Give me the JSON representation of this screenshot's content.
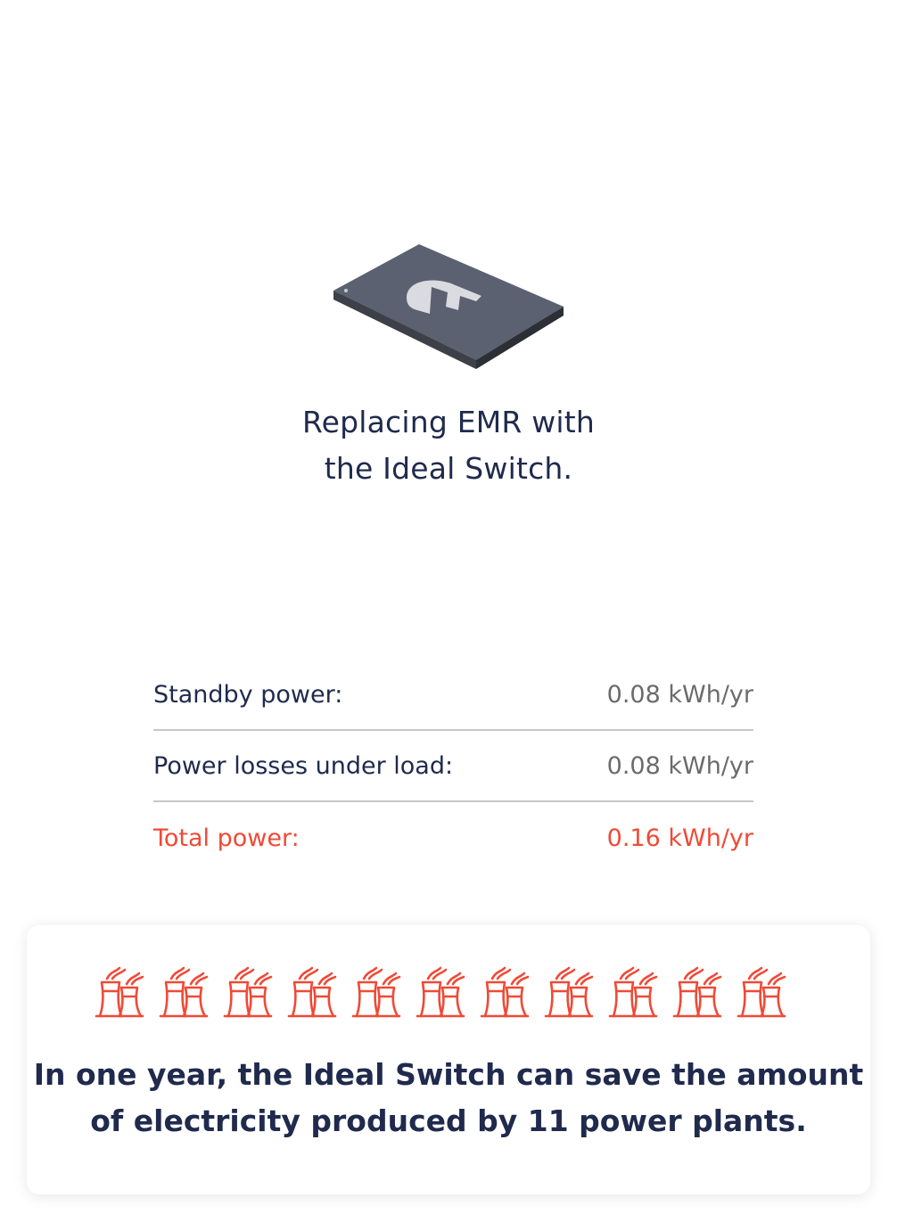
{
  "headline": {
    "line1": "Replacing EMR with",
    "line2": "the Ideal Switch."
  },
  "metrics": [
    {
      "label": "Standby power:",
      "value": "0.08 kWh/yr"
    },
    {
      "label": "Power losses under load:",
      "value": "0.08 kWh/yr"
    },
    {
      "label": "Total power:",
      "value": "0.16 kWh/yr"
    }
  ],
  "card": {
    "plant_icon": "power-plant-icon",
    "plant_count": 11,
    "line1": "In one year, the Ideal Switch can save the amount",
    "line2": "of electricity produced by 11 power plants."
  },
  "colors": {
    "navy": "#1f2a4d",
    "accent": "#ef4a36",
    "muted": "#6b6b6b"
  }
}
